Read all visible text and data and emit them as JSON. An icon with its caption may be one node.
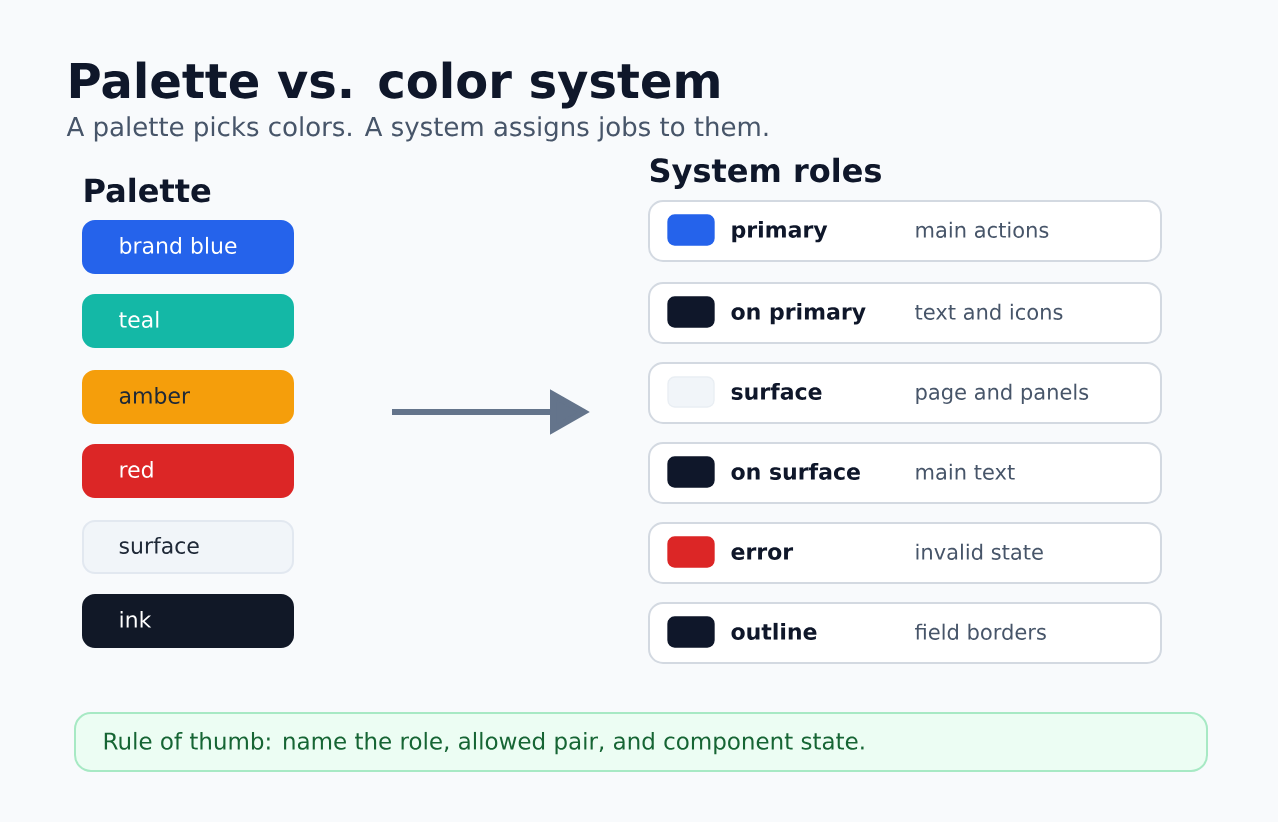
{
  "diagram": {
    "title": "Palette vs. color system",
    "nodes": [
      {
        "text": [
          "brand blue"
        ]
      },
      {
        "text": [
          "teal"
        ]
      },
      {
        "text": [
          "amber"
        ]
      },
      {
        "text": [
          "red"
        ]
      },
      {
        "text": [
          "surface"
        ]
      },
      {
        "text": [
          "ink"
        ]
      },
      {
        "text": [
          "primary",
          "main actions"
        ]
      },
      {
        "text": [
          "on primary",
          "text and icons"
        ]
      },
      {
        "text": [
          "surface",
          "page and panels"
        ]
      },
      {
        "text": [
          "on surface",
          "main text"
        ]
      },
      {
        "text": [
          "error",
          "invalid state"
        ]
      },
      {
        "text": [
          "outline",
          "field borders"
        ]
      },
      {
        "text": [
          "Rule of thumb: name the role, allowed pair, and component state."
        ]
      }
    ],
    "labels": [
      "A palette picks colors. A system assigns jobs to them.",
      "Palette",
      "System roles"
    ]
  }
}
